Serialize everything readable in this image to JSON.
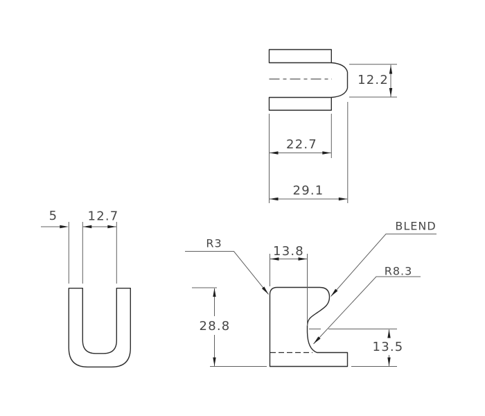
{
  "drawing": {
    "type": "technical-cad-drawing",
    "background": "#ffffff",
    "colors": {
      "outline": "#2d2d2d",
      "dimension": "#5f5f5f",
      "text": "#474747"
    },
    "labels": {
      "top_view": {
        "height": "12.2",
        "inner_width": "22.7",
        "outer_width": "29.1"
      },
      "front_view": {
        "leg_thickness": "5",
        "inner_width": "12.7"
      },
      "side_view": {
        "top_width": "13.8",
        "height": "28.8",
        "step_height": "13.5",
        "corner_radius": "R3",
        "blend_note": "BLEND",
        "fillet_radius": "R8.3"
      }
    }
  }
}
